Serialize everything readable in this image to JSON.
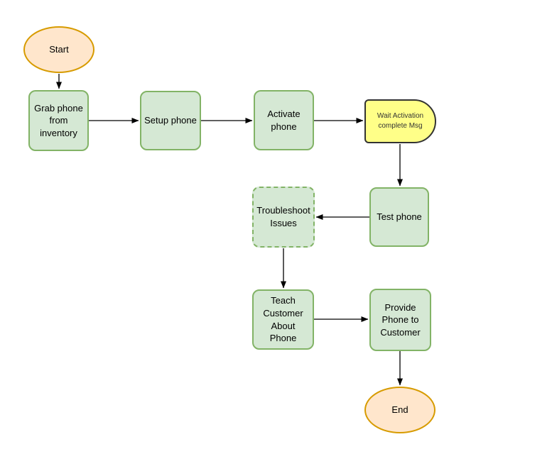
{
  "diagram": {
    "type": "flowchart",
    "nodes": {
      "start": {
        "label": "Start",
        "shape": "terminator"
      },
      "grab": {
        "label": "Grab phone from inventory",
        "shape": "process"
      },
      "setup": {
        "label": "Setup phone",
        "shape": "process"
      },
      "activate": {
        "label": "Activate phone",
        "shape": "process"
      },
      "wait": {
        "label": "Wait Activation complete Msg",
        "shape": "delay"
      },
      "test": {
        "label": "Test phone",
        "shape": "process"
      },
      "troubleshoot": {
        "label": "Troubleshoot Issues",
        "shape": "process-dashed"
      },
      "teach": {
        "label": "Teach Customer About Phone",
        "shape": "process"
      },
      "provide": {
        "label": "Provide Phone to Customer",
        "shape": "process"
      },
      "end": {
        "label": "End",
        "shape": "terminator"
      }
    },
    "connectors": [
      {
        "from": "start",
        "to": "grab"
      },
      {
        "from": "grab",
        "to": "setup"
      },
      {
        "from": "setup",
        "to": "activate"
      },
      {
        "from": "activate",
        "to": "wait"
      },
      {
        "from": "wait",
        "to": "test"
      },
      {
        "from": "test",
        "to": "troubleshoot"
      },
      {
        "from": "troubleshoot",
        "to": "teach"
      },
      {
        "from": "teach",
        "to": "provide"
      },
      {
        "from": "provide",
        "to": "end"
      }
    ],
    "colors": {
      "process_fill": "#d5e8d4",
      "process_stroke": "#82b366",
      "terminator_fill": "#ffe6cc",
      "terminator_stroke": "#d79b00",
      "delay_fill": "#ffff88",
      "delay_stroke": "#333333",
      "connector": "#000000",
      "label_text": "#000000",
      "canvas_background": "#ffffff"
    }
  }
}
